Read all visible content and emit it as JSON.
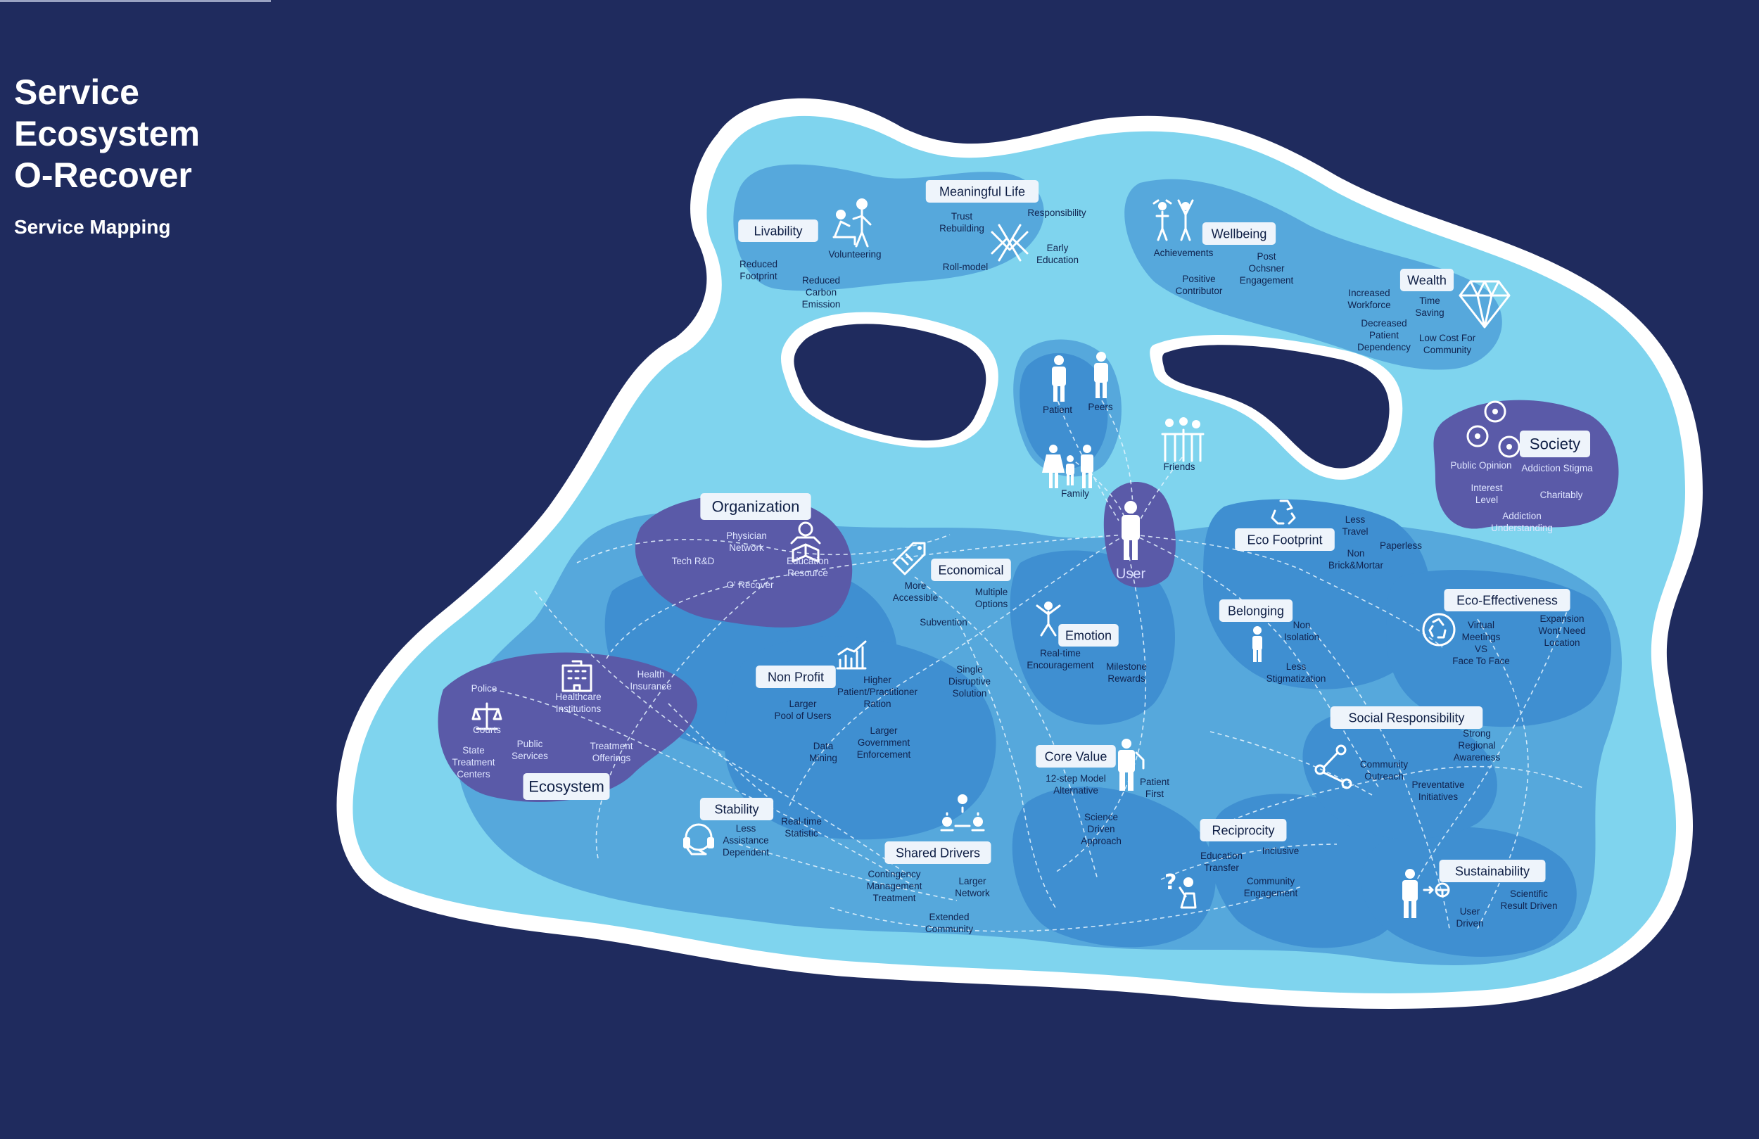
{
  "title": {
    "line1": "Service",
    "line2": "Ecosystem",
    "line3": "O-Recover",
    "subtitle": "Service Mapping"
  },
  "colors": {
    "background": "#1f2b5e",
    "outline": "#ffffff",
    "light": "#7fd4ee",
    "mid": "#56a8dc",
    "deep": "#3f8fd1",
    "purple": "#5a5aa8"
  },
  "tags": {
    "livability": "Livability",
    "meaningful": "Meaningful Life",
    "wellbeing": "Wellbeing",
    "wealth": "Wealth",
    "society": "Society",
    "organization": "Organization",
    "economical": "Economical",
    "eco_footprint": "Eco Footprint",
    "eco_effectiveness": "Eco-Effectiveness",
    "belonging": "Belonging",
    "emotion": "Emotion",
    "non_profit": "Non Profit",
    "ecosystem": "Ecosystem",
    "core_value": "Core Value",
    "social_resp": "Social Responsibility",
    "stability": "Stability",
    "shared_drivers": "Shared Drivers",
    "reciprocity": "Reciprocity",
    "sustainability": "Sustainability"
  },
  "user": "User",
  "labels": {
    "reduced_footprint": [
      "Reduced",
      "Footprint"
    ],
    "reduced_carbon": [
      "Reduced",
      "Carbon",
      "Emission"
    ],
    "volunteering": [
      "Volunteering"
    ],
    "trust": [
      "Trust",
      "Rebuilding"
    ],
    "responsibility": [
      "Responsibility"
    ],
    "roll_model": [
      "Roll-model"
    ],
    "early_education": [
      "Early",
      "Education"
    ],
    "achievements": [
      "Achievements"
    ],
    "positive_contributor": [
      "Positive",
      "Contributor"
    ],
    "post_ochsner": [
      "Post",
      "Ochsner",
      "Engagement"
    ],
    "increased_workforce": [
      "Increased",
      "Workforce"
    ],
    "time_saving": [
      "Time",
      "Saving"
    ],
    "decreased_dependency": [
      "Decreased",
      "Patient",
      "Dependency"
    ],
    "low_cost": [
      "Low Cost For",
      "Community"
    ],
    "patient": [
      "Patient"
    ],
    "peers": [
      "Peers"
    ],
    "family": [
      "Family"
    ],
    "friends": [
      "Friends"
    ],
    "public_opinion": [
      "Public Opinion"
    ],
    "addiction_stigma": [
      "Addiction Stigma"
    ],
    "interest_level": [
      "Interest",
      "Level"
    ],
    "charitably": [
      "Charitably"
    ],
    "addiction_understanding": [
      "Addiction",
      "Understanding"
    ],
    "physician_network": [
      "Physician",
      "Network"
    ],
    "tech_rnd": [
      "Tech R&D"
    ],
    "education_resource": [
      "Education",
      "Resource"
    ],
    "o_recover": [
      "O' Recover"
    ],
    "more_accessible": [
      "More",
      "Accessible"
    ],
    "multiple_options": [
      "Multiple",
      "Options"
    ],
    "subvention": [
      "Subvention"
    ],
    "less_travel": [
      "Less",
      "Travel"
    ],
    "paperless": [
      "Paperless"
    ],
    "non_brick": [
      "Non",
      "Brick&Mortar"
    ],
    "virtual_meetings": [
      "Virtual",
      "Meetings",
      "VS",
      "Face To Face"
    ],
    "expansion": [
      "Expansion",
      "Wont Need",
      "Location"
    ],
    "non_isolation": [
      "Non",
      "Isolation"
    ],
    "less_stigmatization": [
      "Less",
      "Stigmatization"
    ],
    "realtime_encouragement": [
      "Real-time",
      "Encouragement"
    ],
    "milestone_rewards": [
      "Milestone",
      "Rewards"
    ],
    "police": [
      "Police"
    ],
    "courts": [
      "Courts"
    ],
    "healthcare": [
      "Healthcare",
      "Institutions"
    ],
    "health_insurance": [
      "Health",
      "Insurance"
    ],
    "public_services": [
      "Public",
      "Services"
    ],
    "treatment_offerings": [
      "Treatment",
      "Offerings"
    ],
    "state_treatment": [
      "State",
      "Treatment",
      "Centers"
    ],
    "larger_pool": [
      "Larger",
      "Pool of Users"
    ],
    "higher_ratio": [
      "Higher",
      "Patient/Practitioner",
      "Ration"
    ],
    "single_disruptive": [
      "Single",
      "Disruptive",
      "Solution"
    ],
    "data_mining": [
      "Data",
      "Mining"
    ],
    "larger_gov": [
      "Larger",
      "Government",
      "Enforcement"
    ],
    "twelve_step": [
      "12-step Model",
      "Alternative"
    ],
    "patient_first": [
      "Patient",
      "First"
    ],
    "science_driven": [
      "Science",
      "Driven",
      "Approach"
    ],
    "strong_regional": [
      "Strong",
      "Regional",
      "Awareness"
    ],
    "community_outreach": [
      "Community",
      "Outreach"
    ],
    "preventative": [
      "Preventative",
      "Initiatives"
    ],
    "less_assistance": [
      "Less",
      "Assistance",
      "Dependent"
    ],
    "realtime_statistic": [
      "Real-time",
      "Statistic"
    ],
    "contingency": [
      "Contingency",
      "Management",
      "Treatment"
    ],
    "larger_network": [
      "Larger",
      "Network"
    ],
    "extended_community": [
      "Extended",
      "Community"
    ],
    "education_transfer": [
      "Education",
      "Transfer"
    ],
    "inclusive": [
      "Inclusive"
    ],
    "community_engagement": [
      "Community",
      "Engagement"
    ],
    "user_driven": [
      "User",
      "Driven"
    ],
    "scientific_result": [
      "Scientific",
      "Result Driven"
    ]
  }
}
